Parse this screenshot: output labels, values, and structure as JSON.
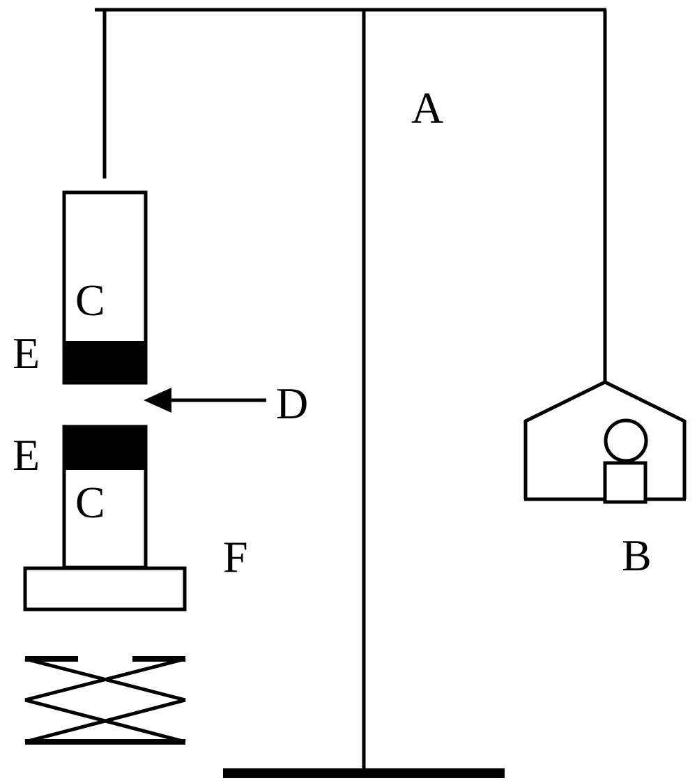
{
  "labels": {
    "a": "A",
    "b": "B",
    "c_upper": "C",
    "c_lower": "C",
    "d": "D",
    "e_upper": "E",
    "e_lower": "E",
    "f": "F"
  },
  "colors": {
    "line": "#000000",
    "fill": "#ffffff",
    "background": "#ffffff"
  }
}
